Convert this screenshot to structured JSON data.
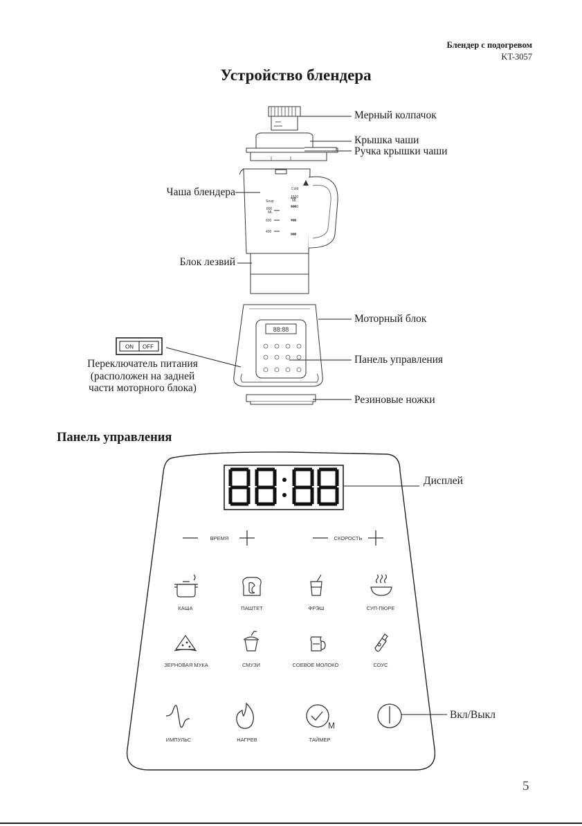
{
  "header": {
    "product": "Блендер с подогревом",
    "model": "KT-3057"
  },
  "page_title": "Устройство блендера",
  "parts": {
    "measuring_cap": "Мерный колпачок",
    "jar_lid": "Крышка чаши",
    "lid_handle": "Ручка крышки чаши",
    "jar": "Чаша блендера",
    "blade_unit": "Блок лезвий",
    "motor_unit": "Моторный блок",
    "control_panel": "Панель управления",
    "rubber_feet": "Резиновые ножки",
    "power_switch_lines": [
      "Переключатель питания",
      "(расположен на задней",
      "части моторного блока)"
    ]
  },
  "switch": {
    "on": "ON",
    "off": "OFF"
  },
  "jar_marks": {
    "left": [
      "Soup",
      "800",
      "ML",
      "600",
      "400"
    ],
    "right": [
      "Cold",
      "1500",
      "ML",
      "1000",
      "700",
      "500"
    ]
  },
  "mini_display": "88:88",
  "panel": {
    "section_title": "Панель управления",
    "display_digits": [
      "8",
      "8",
      "8",
      "8"
    ],
    "display_label": "Дисплей",
    "time_label": "ВРЕМЯ",
    "speed_label": "СКОРОСТЬ",
    "programs": [
      {
        "label": "КАША",
        "icon": "pot-icon"
      },
      {
        "label": "ПАШТЕТ",
        "icon": "toast-icon"
      },
      {
        "label": "ФРЭШ",
        "icon": "juice-glass-icon"
      },
      {
        "label": "СУП-ПЮРЕ",
        "icon": "soup-bowl-icon"
      },
      {
        "label": "ЗЕРНОВАЯ МУКА",
        "icon": "flour-pile-icon"
      },
      {
        "label": "СМУЗИ",
        "icon": "smoothie-cup-icon"
      },
      {
        "label": "СОЕВОЕ МОЛОКО",
        "icon": "milk-jug-icon"
      },
      {
        "label": "СОУС",
        "icon": "sauce-bottle-icon"
      }
    ],
    "functions": [
      {
        "label": "ИМПУЛЬС",
        "icon": "pulse-icon"
      },
      {
        "label": "НАГРЕВ",
        "icon": "flame-icon"
      },
      {
        "label": "ТАЙМЕР",
        "icon": "timer-icon"
      },
      {
        "label": "",
        "icon": "power-icon"
      }
    ],
    "power_label": "Вкл/Выкл",
    "timer_letter": "M"
  },
  "page_number": "5"
}
